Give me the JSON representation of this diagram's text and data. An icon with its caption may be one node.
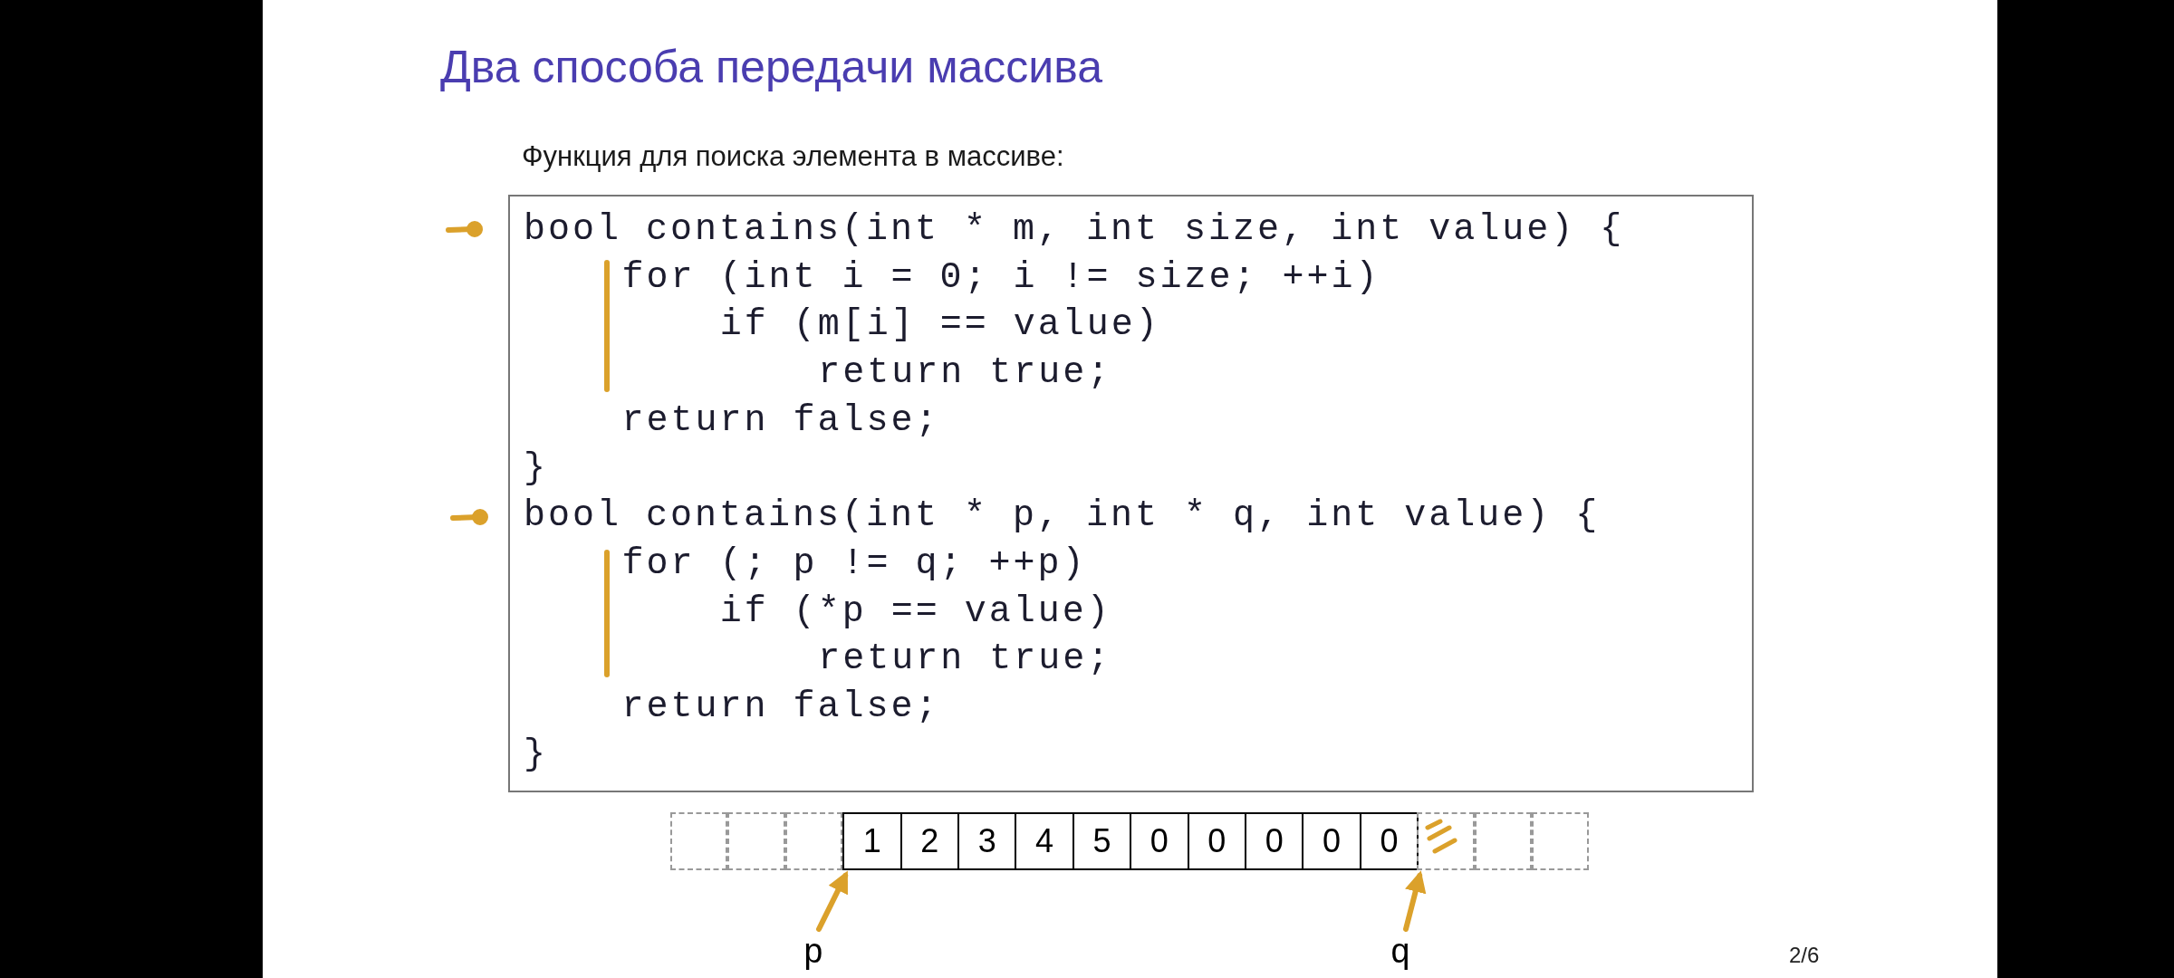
{
  "diagram": {
    "title": "Два способа передачи массива",
    "nodes": [
      {
        "text": [],
        "shape": "box"
      },
      {
        "text": [],
        "shape": "box"
      },
      {
        "text": [],
        "shape": "box"
      },
      {
        "text": [
          "1"
        ]
      },
      {
        "text": [
          "2"
        ]
      },
      {
        "text": [
          "3"
        ]
      },
      {
        "text": [
          "4"
        ]
      },
      {
        "text": [
          "5"
        ]
      },
      {
        "text": [
          "0"
        ]
      },
      {
        "text": [
          "0"
        ]
      },
      {
        "text": [
          "0"
        ]
      },
      {
        "text": [
          "0"
        ]
      },
      {
        "text": [
          "0"
        ]
      },
      {
        "text": [],
        "shape": "box"
      },
      {
        "text": [],
        "shape": "box"
      },
      {
        "text": [],
        "shape": "box"
      },
      {
        "text": [
          "p"
        ]
      },
      {
        "text": [
          "q"
        ]
      }
    ],
    "edges": [
      {
        "from": 16,
        "to": 3,
        "arrow": "to"
      },
      {
        "from": 17,
        "to": 13,
        "arrow": "to"
      }
    ],
    "labels": [
      "Функция для поиска элемента в массиве:",
      "bool contains(int * m, int size, int value) {",
      "for (int i = 0; i != size; ++i)",
      "if (m[i] == value)",
      "return true;",
      "return false;",
      "}",
      "bool contains(int * p, int * q, int value) {",
      "for (; p != q; ++p)",
      "if (*p == value)",
      "return true;",
      "return false;",
      "}",
      "2/6"
    ]
  }
}
